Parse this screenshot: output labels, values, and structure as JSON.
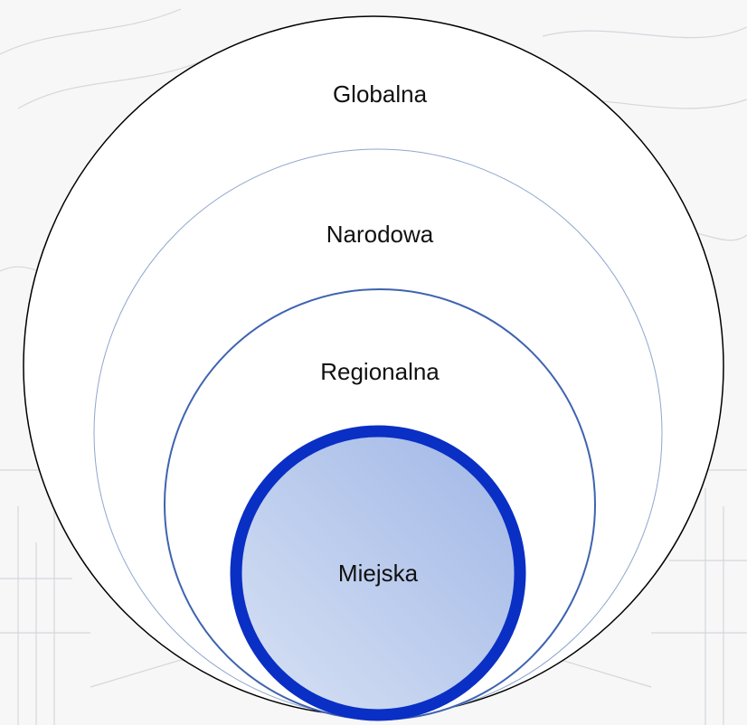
{
  "diagram": {
    "levels": [
      {
        "id": "global",
        "label": "Globalna"
      },
      {
        "id": "national",
        "label": "Narodowa"
      },
      {
        "id": "regional",
        "label": "Regionalna"
      },
      {
        "id": "city",
        "label": "Miejska"
      }
    ]
  },
  "colors": {
    "outer_ring": "#000000",
    "national_ring": "#8fa6cf",
    "regional_ring": "#3f63b0",
    "city_ring": "#0a2fc4",
    "city_fill_light": "#d8e2f4",
    "city_fill_dark": "#9fb6e6",
    "background_sketch": "#cfd1d6"
  }
}
